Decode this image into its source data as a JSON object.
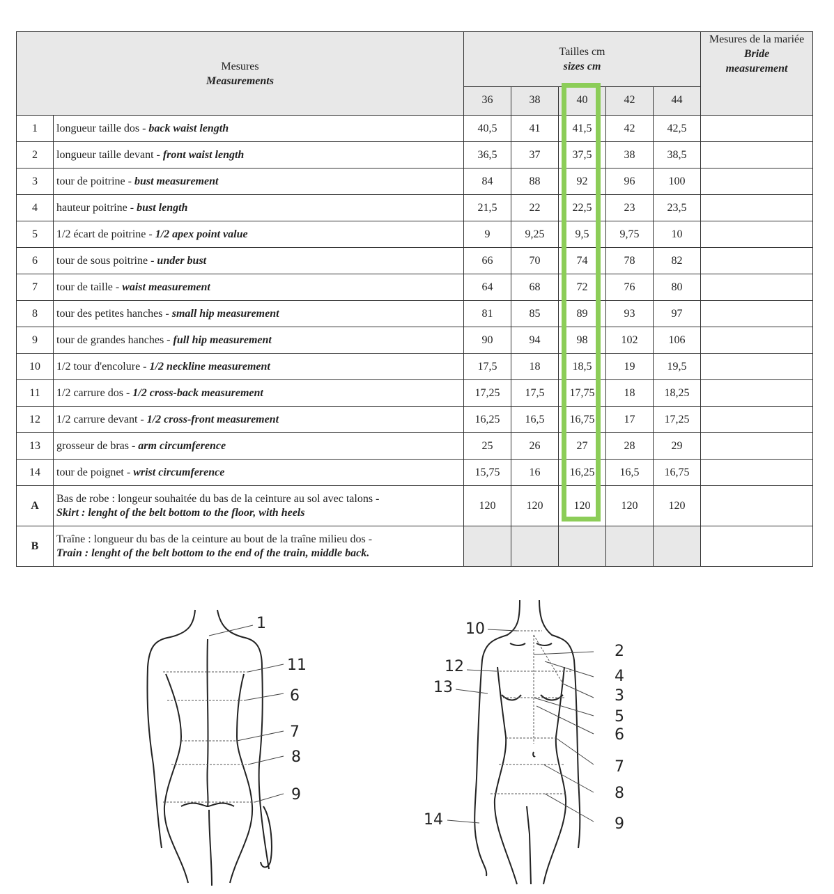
{
  "header": {
    "measures_fr": "Mesures",
    "measures_en": "Measurements",
    "sizes_fr": "Tailles cm",
    "sizes_en": "sizes cm",
    "bride_fr": "Mesures de la mariée",
    "bride_en_1": "Bride",
    "bride_en_2": "measurement",
    "sizes": [
      "36",
      "38",
      "40",
      "42",
      "44"
    ]
  },
  "highlight_color": "#8ccd58",
  "rows": [
    {
      "num": "1",
      "fr": "longueur taille dos - ",
      "en": "back waist length",
      "values": [
        "40,5",
        "41",
        "41,5",
        "42",
        "42,5"
      ]
    },
    {
      "num": "2",
      "fr": "longueur taille devant - ",
      "en": "front waist length",
      "values": [
        "36,5",
        "37",
        "37,5",
        "38",
        "38,5"
      ]
    },
    {
      "num": "3",
      "fr": "tour de poitrine - ",
      "en": "bust measurement",
      "values": [
        "84",
        "88",
        "92",
        "96",
        "100"
      ]
    },
    {
      "num": "4",
      "fr": "hauteur poitrine - ",
      "en": "bust length",
      "values": [
        "21,5",
        "22",
        "22,5",
        "23",
        "23,5"
      ]
    },
    {
      "num": "5",
      "fr": "1/2 écart de poitrine - ",
      "en": "1/2 apex point value",
      "values": [
        "9",
        "9,25",
        "9,5",
        "9,75",
        "10"
      ]
    },
    {
      "num": "6",
      "fr": "tour de sous poitrine - ",
      "en": "under bust",
      "values": [
        "66",
        "70",
        "74",
        "78",
        "82"
      ]
    },
    {
      "num": "7",
      "fr": "tour de taille - ",
      "en": "waist measurement",
      "values": [
        "64",
        "68",
        "72",
        "76",
        "80"
      ]
    },
    {
      "num": "8",
      "fr": "tour des petites hanches - ",
      "en": "small hip measurement",
      "values": [
        "81",
        "85",
        "89",
        "93",
        "97"
      ]
    },
    {
      "num": "9",
      "fr": "tour de grandes hanches - ",
      "en": "full hip measurement",
      "values": [
        "90",
        "94",
        "98",
        "102",
        "106"
      ]
    },
    {
      "num": "10",
      "fr": "1/2 tour d'encolure - ",
      "en": "1/2 neckline measurement",
      "values": [
        "17,5",
        "18",
        "18,5",
        "19",
        "19,5"
      ]
    },
    {
      "num": "11",
      "fr": "1/2 carrure dos - ",
      "en": "1/2 cross-back measurement",
      "values": [
        "17,25",
        "17,5",
        "17,75",
        "18",
        "18,25"
      ]
    },
    {
      "num": "12",
      "fr": "1/2 carrure devant - ",
      "en": "1/2 cross-front measurement",
      "values": [
        "16,25",
        "16,5",
        "16,75",
        "17",
        "17,25"
      ]
    },
    {
      "num": "13",
      "fr": "grosseur de bras - ",
      "en": "arm circumference",
      "values": [
        "25",
        "26",
        "27",
        "28",
        "29"
      ]
    },
    {
      "num": "14",
      "fr": "tour de poignet - ",
      "en": "wrist circumference",
      "values": [
        "15,75",
        "16",
        "16,25",
        "16,5",
        "16,75"
      ]
    }
  ],
  "row_a": {
    "num": "A",
    "fr": "Bas de robe : longeur souhaitée du bas de la ceinture au sol avec talons -",
    "en": "Skirt : lenght of the belt bottom to the floor, with heels",
    "values": [
      "120",
      "120",
      "120",
      "120",
      "120"
    ]
  },
  "row_b": {
    "num": "B",
    "fr": "Traîne : longueur du bas de la ceinture au bout de la traîne milieu dos -",
    "en": "Train : lenght of the belt bottom to the end of the train, middle back."
  },
  "back_figure_labels": [
    "1",
    "11",
    "6",
    "7",
    "8",
    "9"
  ],
  "front_figure_labels": [
    "10",
    "2",
    "12",
    "4",
    "13",
    "3",
    "5",
    "6",
    "7",
    "8",
    "9",
    "14"
  ]
}
